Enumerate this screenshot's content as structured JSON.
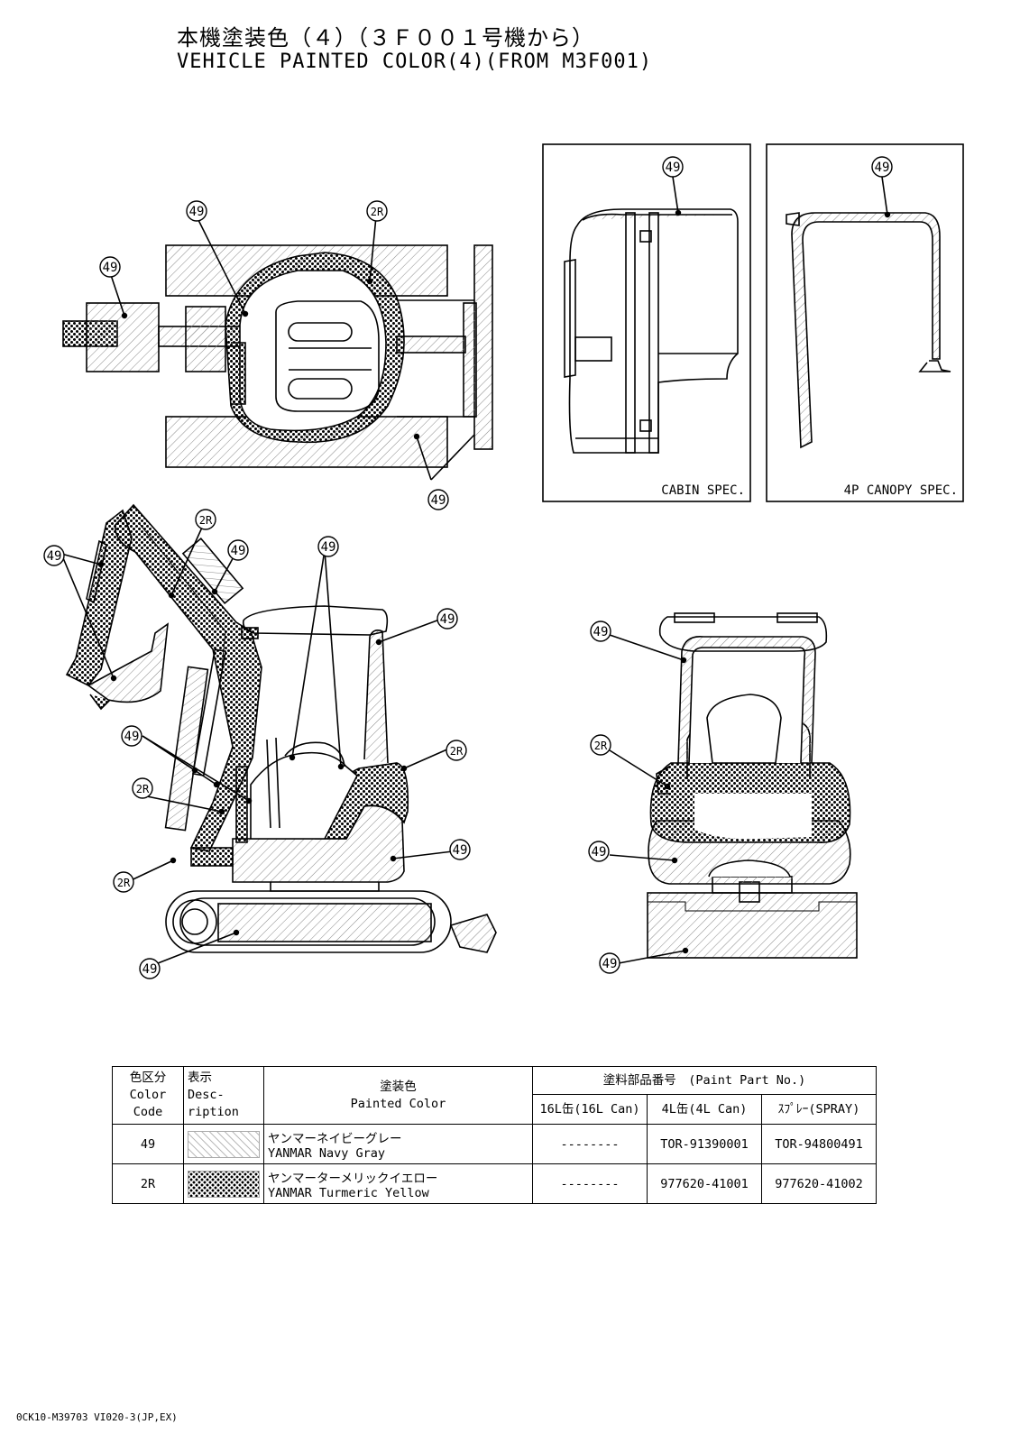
{
  "title": {
    "jp": "本機塗装色（４）（３Ｆ００１号機から）",
    "en": "VEHICLE PAINTED COLOR(4)(FROM M3F001)"
  },
  "callouts": {
    "navy": "49",
    "yellow": "2R"
  },
  "panels": {
    "cabin": "CABIN SPEC.",
    "canopy": "4P CANOPY SPEC."
  },
  "table": {
    "headers": {
      "code_jp": "色区分",
      "code_en1": "Color",
      "code_en2": "Code",
      "desc_jp": "表示",
      "desc_en1": "Desc-",
      "desc_en2": "ription",
      "paint_jp": "塗装色",
      "paint_en": "Painted Color",
      "part_no": "塗料部品番号　(Paint Part No.)",
      "can16": "16L缶(16L Can)",
      "can4": "4L缶(4L Can)",
      "spray": "ｽﾌﾟﾚｰ(SPRAY)"
    },
    "rows": [
      {
        "code": "49",
        "name_jp": "ヤンマーネイビーグレー",
        "name_en": "YANMAR Navy Gray",
        "can16": "--------",
        "can4": "TOR-91390001",
        "spray": "TOR-94800491"
      },
      {
        "code": "2R",
        "name_jp": "ヤンマーターメリックイエロー",
        "name_en": "YANMAR Turmeric Yellow",
        "can16": "--------",
        "can4": "977620-41001",
        "spray": "977620-41002"
      }
    ]
  },
  "footer": "0CK10-M39703 VI020-3(JP,EX)"
}
